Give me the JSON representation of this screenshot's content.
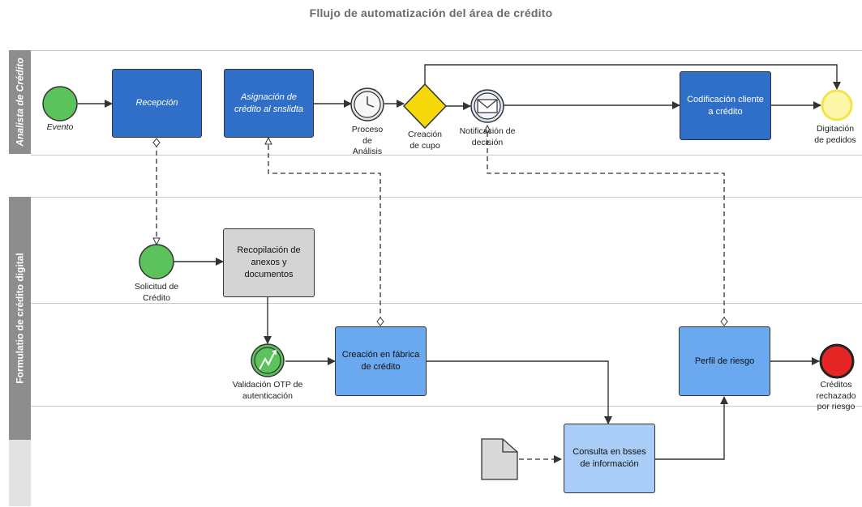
{
  "title": "Fllujo de automatización del área de crédito",
  "lanes": {
    "analyst": "Analista de Crédito",
    "digital": "Formulatio de crédito digital"
  },
  "nodes": {
    "evento": "Evento",
    "recepcion": "Recepción",
    "asignacion": "Asignación de crédito al snslidta",
    "proceso": "Proceso de Análisis",
    "creacion_cupo": "Creación de cupo",
    "notificacion": "Notificación de decisión",
    "codificacion": "Codificación cliente a crédito",
    "digitacion": "Digitación de pedidos",
    "solicitud": "Solicitud de Crédito",
    "recopilacion": "Recopilación de anexos y documentos",
    "validacion": "Validación OTP de autenticación",
    "creacion_fabrica": "Creación en fábrica de crédito",
    "perfil": "Perfil de riesgo",
    "rechazados": "Créditos rechazado por riesgo",
    "consulta": "Consulta en bsses de información"
  },
  "colors": {
    "dark_task": "#2f6fc7",
    "light_task": "#6aa8f0",
    "lighter_task": "#a9cdf7",
    "gray_task": "#d4d4d4",
    "start_event": "#5cc35c",
    "end_event": "#e62525",
    "gateway": "#f5d90a",
    "lane_header": "#8d8d8d"
  }
}
